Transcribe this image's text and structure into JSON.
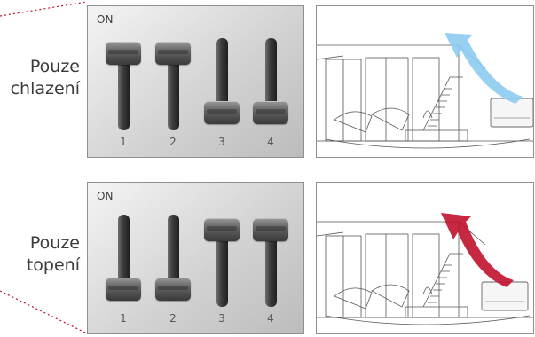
{
  "diagrams": [
    {
      "mode_label": [
        "Pouze",
        "chlazení"
      ],
      "on_label": "ON",
      "switches": [
        {
          "number": "1",
          "state": "up"
        },
        {
          "number": "2",
          "state": "up"
        },
        {
          "number": "3",
          "state": "down"
        },
        {
          "number": "4",
          "state": "down"
        }
      ],
      "airflow": "cooling",
      "airflow_color": "#8ccbf0"
    },
    {
      "mode_label": [
        "Pouze",
        "topení"
      ],
      "on_label": "ON",
      "switches": [
        {
          "number": "1",
          "state": "down"
        },
        {
          "number": "2",
          "state": "down"
        },
        {
          "number": "3",
          "state": "up"
        },
        {
          "number": "4",
          "state": "up"
        }
      ],
      "airflow": "heating",
      "airflow_color": "#c0122c"
    }
  ]
}
